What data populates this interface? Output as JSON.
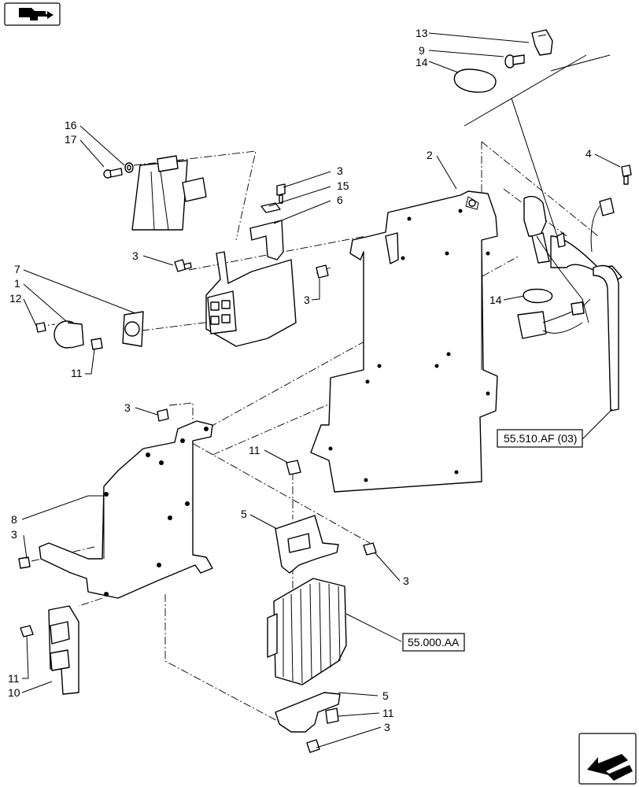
{
  "nav": {
    "top_left_icon": "book-arrow-icon",
    "bottom_right_icon": "back-arrow-icon"
  },
  "refs": {
    "ecu": "55.000.AA",
    "harness": "55.510.AF (03)"
  },
  "callouts": {
    "c13": "13",
    "c9": "9",
    "c14a": "14",
    "c16": "16",
    "c17": "17",
    "c2": "2",
    "c4": "4",
    "c3a": "3",
    "c15": "15",
    "c6": "6",
    "c3b": "3",
    "c7": "7",
    "c1": "1",
    "c12": "12",
    "c3c": "3",
    "c14b": "14",
    "c11a": "11",
    "c3d": "3",
    "c11b": "11",
    "c8": "8",
    "c5a": "5",
    "c3e": "3",
    "c3f": "3",
    "c11c": "11",
    "c10": "10",
    "c5b": "5",
    "c11d": "11",
    "c3g": "3"
  }
}
